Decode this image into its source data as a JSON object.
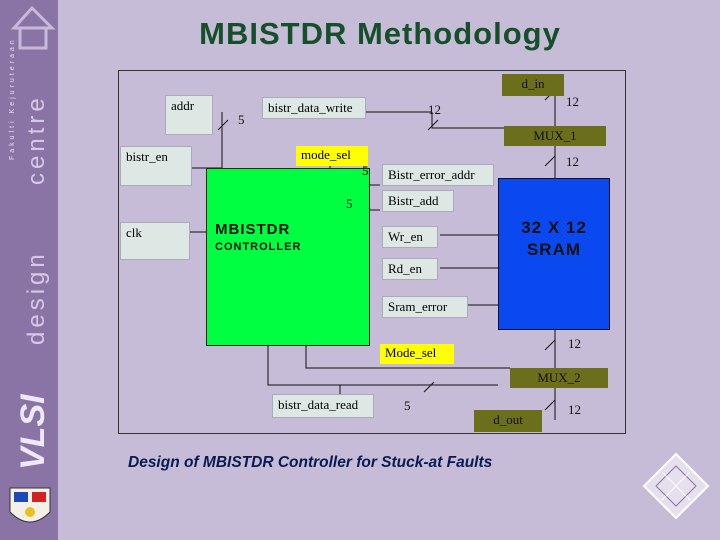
{
  "sidebar": {
    "faculty_text": "Fakulti Kejuruteraan",
    "centre_text": "centre",
    "design_text": "design",
    "vlsi_text": "VLSI"
  },
  "title": "MBISTDR Methodology",
  "diagram": {
    "inputs": {
      "addr": "addr",
      "bistr_en": "bistr_en",
      "clk": "clk"
    },
    "controller": {
      "title": "MBISTDR",
      "subtitle": "CONTROLLER"
    },
    "sram": {
      "line1": "32 X 12",
      "line2": "SRAM"
    },
    "signals": {
      "bistr_data_write": "bistr_data_write",
      "bistr_data_read": "bistr_data_read",
      "mode_sel_top": "mode_sel",
      "mode_sel_bottom": "Mode_sel",
      "bistr_error_addr": "Bistr_error_addr",
      "bistr_add": "Bistr_add",
      "wr_en": "Wr_en",
      "rd_en": "Rd_en",
      "sram_error": "Sram_error",
      "d_in": "d_in",
      "d_out": "d_out",
      "mux_1": "MUX_1",
      "mux_2": "MUX_2"
    },
    "bus_widths": {
      "addr_width": "5",
      "write_width": "12",
      "din_width": "12",
      "mux1_width": "12",
      "error_addr_width": "5",
      "add_width": "5",
      "sram_out_width": "12",
      "read_width": "5",
      "dout_width": "12"
    }
  },
  "caption": "Design of MBISTDR Controller for  Stuck-at Faults",
  "colors": {
    "title": "#15502a",
    "controller": "#00ff40",
    "sram": "#0a49f0",
    "mode_sel_highlight": "#ffff00",
    "d_in_tag": "#6b6e1a",
    "caption": "#071a52",
    "sidebar": "#8a74a6"
  }
}
